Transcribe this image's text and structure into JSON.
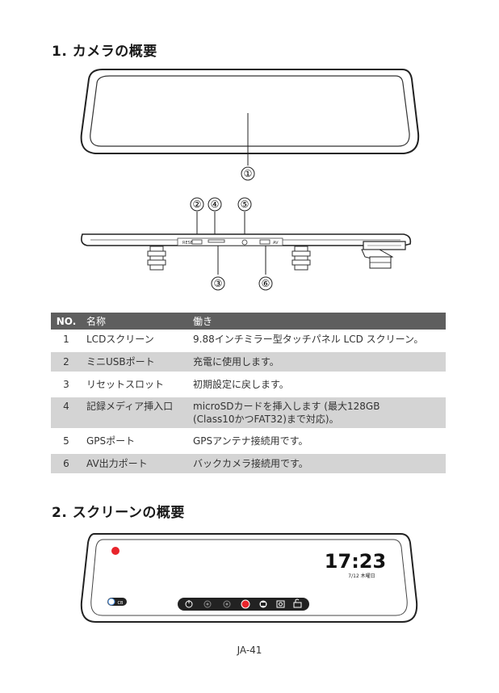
{
  "section1": {
    "title": "1. カメラの概要"
  },
  "section2": {
    "title": "2. スクリーンの概要"
  },
  "callouts": [
    "①",
    "②",
    "④",
    "⑤",
    "③",
    "⑥"
  ],
  "port_labels": {
    "reset": "RESET",
    "av": "AV"
  },
  "table": {
    "headers": {
      "no": "NO.",
      "name": "名称",
      "function": "働き"
    },
    "rows": [
      {
        "no": "1",
        "name": "LCDスクリーン",
        "function": "9.88インチミラー型タッチパネル LCD スクリーン。"
      },
      {
        "no": "2",
        "name": "ミニUSBポート",
        "function": "充電に使用します。"
      },
      {
        "no": "3",
        "name": "リセットスロット",
        "function": "初期設定に戻します。"
      },
      {
        "no": "4",
        "name": "記録メディア挿入口",
        "function": "microSDカードを挿入します (最大128GB",
        "function2": "(Class10かつFAT32)まで対応)。"
      },
      {
        "no": "5",
        "name": "GPSポート",
        "function": "GPSアンテナ接続用です。"
      },
      {
        "no": "6",
        "name": "AV出力ポート",
        "function": "バックカメラ接続用です。"
      }
    ]
  },
  "screen": {
    "time": "17:23",
    "date": "7/12 木曜日",
    "cam_label": "CB"
  },
  "page_number": "JA-41"
}
